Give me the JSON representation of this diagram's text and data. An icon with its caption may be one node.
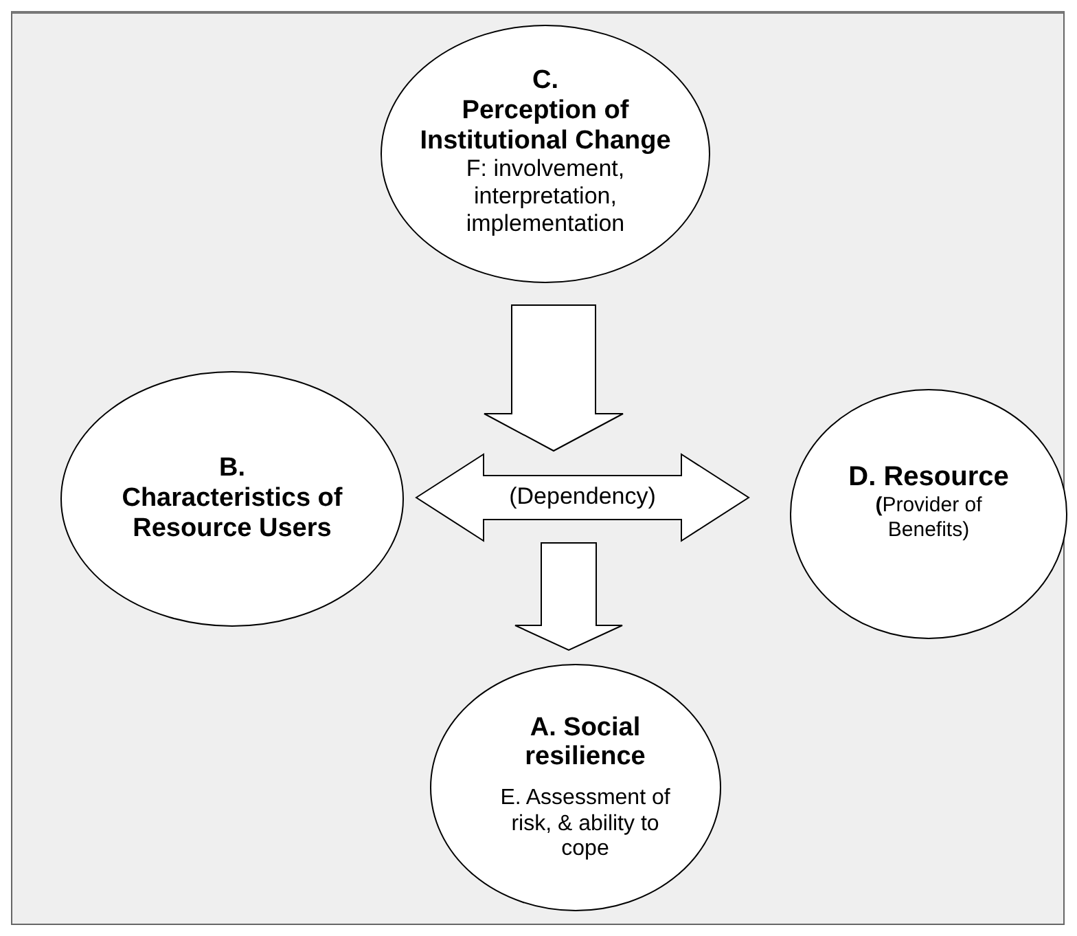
{
  "diagram": {
    "nodes": [
      {
        "text": [
          "C.",
          "Perception of Institutional Change",
          "F: involvement, interpretation, implementation"
        ]
      },
      {
        "text": [
          "B.",
          "Characteristics of Resource Users"
        ]
      },
      {
        "text": [
          "D. Resource",
          "**(**Provider of Benefits)"
        ]
      },
      {
        "text": [
          "A. Social resilience",
          "E. Assessment of risk, & ability to cope"
        ]
      }
    ],
    "edges": [
      {
        "from": 1,
        "to": 2,
        "arrow": "both",
        "label": "(Dependency)"
      },
      {
        "from": 0,
        "to": null,
        "arrow": "to"
      },
      {
        "from": null,
        "to": 3,
        "arrow": "to"
      }
    ]
  }
}
